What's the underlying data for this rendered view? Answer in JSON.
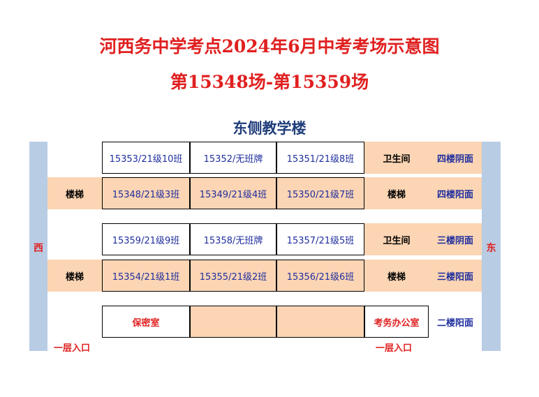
{
  "title_line1": "河西务中学考点2024年6月中考考场示意图",
  "title_line2": "第15348场-第15359场",
  "building": "东侧教学楼",
  "west_label": "西",
  "east_label": "东",
  "floor4": {
    "top_rooms": [
      "15353/21级10班",
      "15352/无班牌",
      "15351/21级8班"
    ],
    "top_right": "卫生间",
    "top_side": "四楼阴面",
    "bottom_left": "楼梯",
    "bottom_rooms": [
      "15348/21级3班",
      "15349/21级4班",
      "15350/21级7班"
    ],
    "bottom_right": "楼梯",
    "bottom_side": "四楼阳面"
  },
  "floor3": {
    "top_rooms": [
      "15359/21级9班",
      "15358/无班牌",
      "15357/21级5班"
    ],
    "top_right": "卫生间",
    "top_side": "三楼阴面",
    "bottom_left": "楼梯",
    "bottom_rooms": [
      "15354/21级1班",
      "15355/21级2班",
      "15356/21级6班"
    ],
    "bottom_right": "楼梯",
    "bottom_side": "三楼阳面"
  },
  "floor2": {
    "rooms": [
      "保密室",
      "",
      "",
      "考务办公室"
    ],
    "side": "二楼阳面"
  },
  "entries": [
    "一层入口",
    "一层入口"
  ]
}
